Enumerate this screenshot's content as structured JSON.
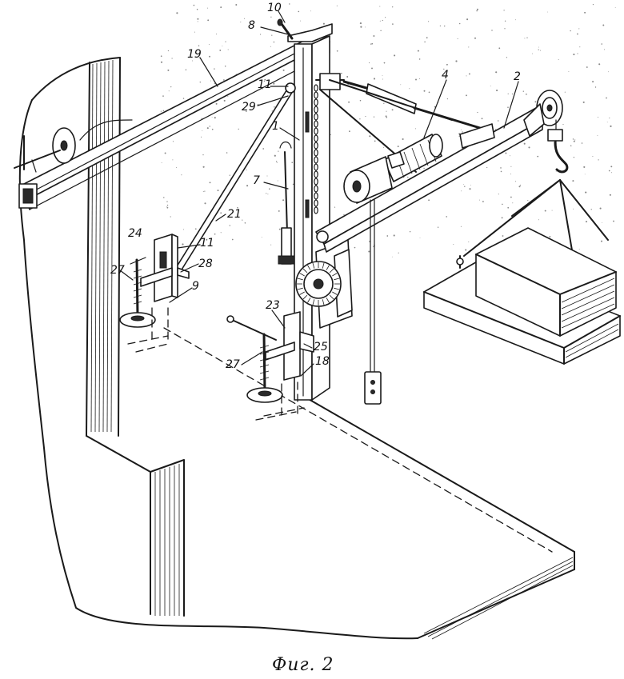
{
  "figure": {
    "caption": "Фиг. 2",
    "labels": {
      "l10": "10",
      "l8": "8",
      "l19": "19",
      "l11a": "11",
      "l29": "29",
      "l1": "1",
      "l4": "4",
      "l2": "2",
      "l7": "7",
      "l21": "21",
      "l24": "24",
      "l11b": "11",
      "l28": "28",
      "l27a": "27",
      "l9": "9",
      "l23": "23",
      "l25": "25",
      "l27b": "27",
      "l18": "18"
    }
  }
}
